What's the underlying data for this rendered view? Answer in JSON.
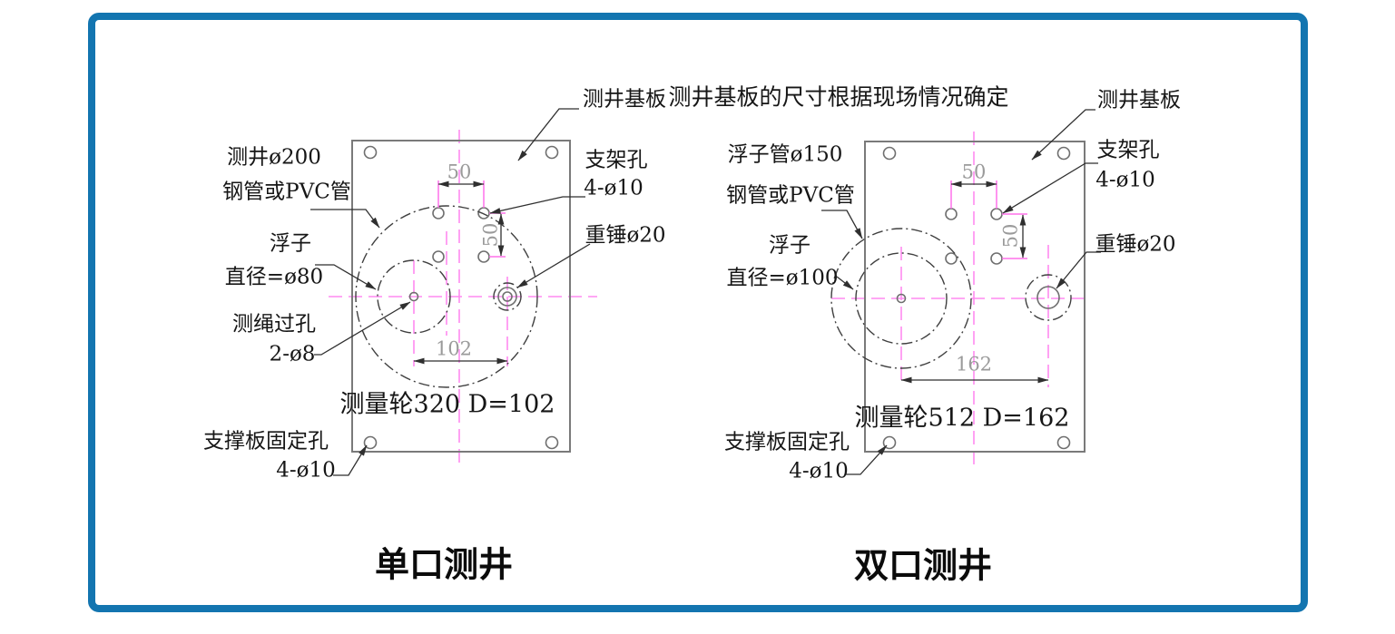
{
  "colors": {
    "frame-blue": "#1375b0",
    "pink": "#ff8af0",
    "pink-ext": "#ff70ea",
    "dim-gray": "#9a9a9a",
    "line-dark": "#2f2f2f",
    "plate-gray": "#7a7a7a",
    "hole-gray": "#6f6f6f",
    "dash-dark": "#3f3f3f"
  },
  "left": {
    "title": "单口测井",
    "label_base_plate": "测井基板",
    "label_pipe1": "测井ø200",
    "label_pipe2": "钢管或PVC管",
    "label_float1": "浮子",
    "label_float2": "直径=ø80",
    "label_rope1": "测绳过孔",
    "label_rope2": "2-ø8",
    "label_bracket1": "支架孔",
    "label_bracket2": "4-ø10",
    "label_weight": "重锤ø20",
    "label_support1": "支撑板固定孔",
    "label_support2": "4-ø10",
    "label_wheel": "测量轮320 D=102",
    "dim_width": "50",
    "dim_height": "50",
    "dim_span": "102"
  },
  "right": {
    "title": "双口测井",
    "note": "测井基板的尺寸根据现场情况确定",
    "label_base_plate": "测井基板",
    "label_pipe1": "浮子管ø150",
    "label_pipe2": "钢管或PVC管",
    "label_float1": "浮子",
    "label_float2": "直径=ø100",
    "label_bracket1": "支架孔",
    "label_bracket2": "4-ø10",
    "label_weight": "重锤ø20",
    "label_support1": "支撑板固定孔",
    "label_support2": "4-ø10",
    "label_wheel": "测量轮512 D=162",
    "dim_width": "50",
    "dim_height": "50",
    "dim_span": "162"
  }
}
